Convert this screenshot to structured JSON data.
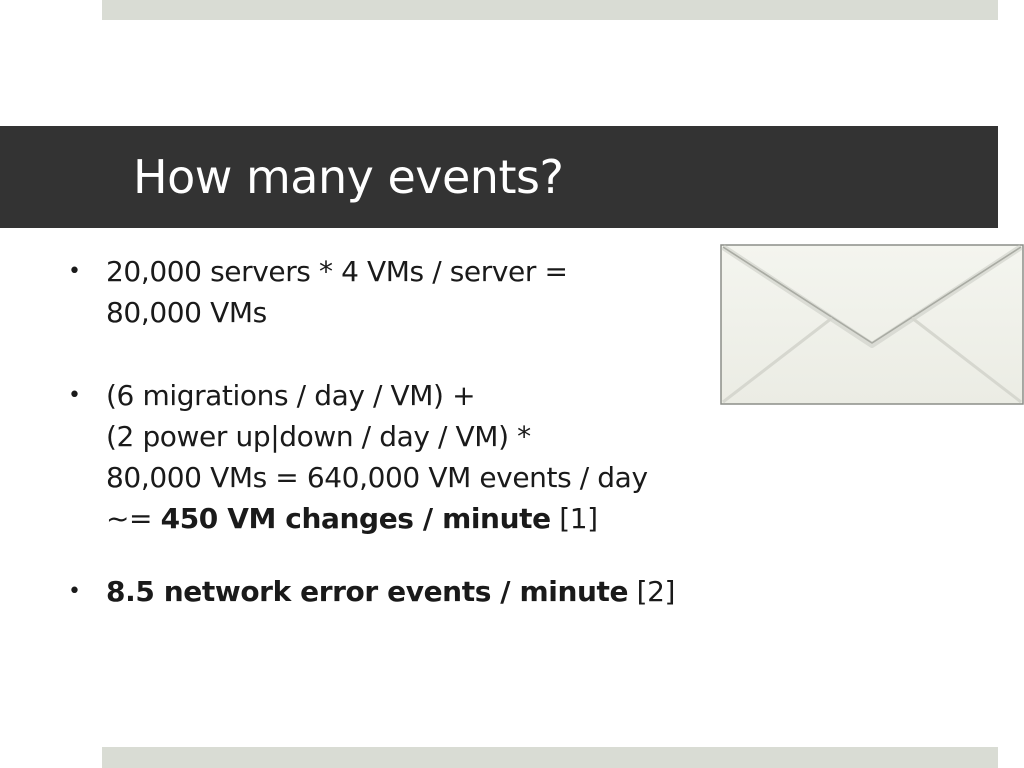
{
  "slide": {
    "title": "How many events?",
    "bullets": [
      {
        "lines": [
          "20,000 servers * 4 VMs / server =",
          "80,000 VMs"
        ]
      },
      {
        "lines": [
          "(6 migrations / day / VM) +",
          "(2 power up|down / day / VM) *",
          "80,000 VMs = 640,000 VM events / day"
        ],
        "last_prefix": "~= ",
        "last_bold": "450 VM changes / minute",
        "last_suffix": " [1]"
      },
      {
        "bold": "8.5 network error events / minute",
        "suffix": " [2]"
      }
    ],
    "bullet_symbol": "•",
    "image_icon": "envelope-icon"
  },
  "colors": {
    "title_bar": "#333333",
    "stripe": "#d9dcd4",
    "envelope_paper": "#f0f1ea"
  }
}
